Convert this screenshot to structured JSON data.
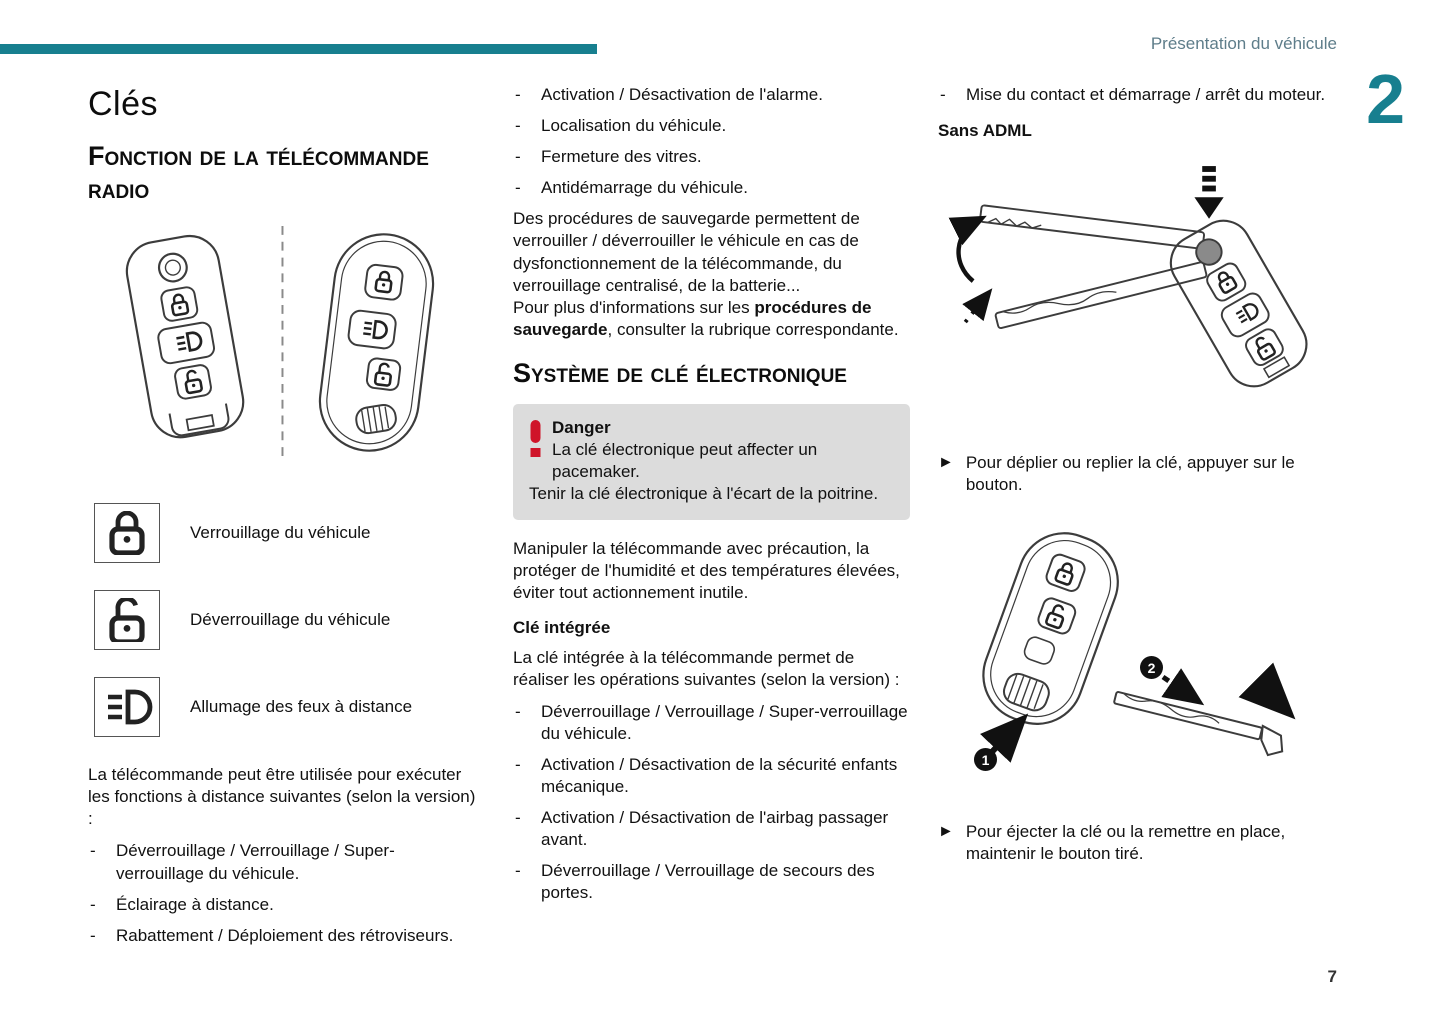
{
  "colors": {
    "accent_teal": "#177f8f",
    "header_text": "#5e7d8a",
    "danger_red": "#cf1429",
    "danger_box_bg": "#dcdcdc",
    "body_text": "#111111"
  },
  "glyphs": {
    "dash": "-",
    "arrow": "►"
  },
  "header": {
    "title": "Présentation du véhicule",
    "chapter_number": "2"
  },
  "page_number": "7",
  "col1": {
    "title": "Clés",
    "heading": "Fonction de la télécommande radio",
    "illustration": "two-remote-keys-illustration",
    "legend": [
      {
        "icon": "lock-icon",
        "label": "Verrouillage du véhicule"
      },
      {
        "icon": "unlock-icon",
        "label": "Déverrouillage du véhicule"
      },
      {
        "icon": "headlight-beam-icon",
        "label": "Allumage des feux à distance"
      }
    ],
    "intro": "La télécommande peut être utilisée pour exécuter les fonctions à distance suivantes (selon la version) :",
    "bullets": [
      "Déverrouillage / Verrouillage / Super-verrouillage du véhicule.",
      "Éclairage à distance.",
      "Rabattement / Déploiement des rétroviseurs."
    ]
  },
  "col2": {
    "bullets_top": [
      "Activation / Désactivation de l'alarme.",
      "Localisation du véhicule.",
      "Fermeture des vitres.",
      "Antidémarrage du véhicule."
    ],
    "para1": "Des procédures de sauvegarde permettent de verrouiller / déverrouiller le véhicule en cas de dysfonctionnement de la télécommande, du verrouillage centralisé, de la batterie...",
    "para2_pre": "Pour plus d'informations sur les ",
    "para2_bold": "procédures de sauvegarde",
    "para2_post": ", consulter la rubrique correspondante.",
    "heading": "Système de clé électronique",
    "danger": {
      "title": "Danger",
      "line1": "La clé électronique peut affecter un pacemaker.",
      "line2": "Tenir la clé électronique à l'écart de la poitrine."
    },
    "para3": "Manipuler la télécommande avec précaution, la protéger de l'humidité et des températures élevées, éviter tout actionnement inutile.",
    "subheading": "Clé intégrée",
    "para4": "La clé intégrée à la télécommande permet de réaliser les opérations suivantes (selon la version) :",
    "bullets_bottom": [
      "Déverrouillage / Verrouillage / Super-verrouillage du véhicule.",
      "Activation / Désactivation de la sécurité enfants mécanique.",
      "Activation / Désactivation de l'airbag passager avant.",
      "Déverrouillage / Verrouillage de secours des portes."
    ]
  },
  "col3": {
    "bullet": "Mise du contact et démarrage / arrêt du moteur.",
    "subheading": "Sans ADML",
    "illustration1": "flip-key-deploy-illustration",
    "step1": "Pour déplier ou replier la clé, appuyer sur le bouton.",
    "illustration2": "key-blade-eject-illustration",
    "step2": "Pour éjecter la clé ou la remettre en place, maintenir le bouton tiré.",
    "marker1": "1",
    "marker2": "2"
  }
}
